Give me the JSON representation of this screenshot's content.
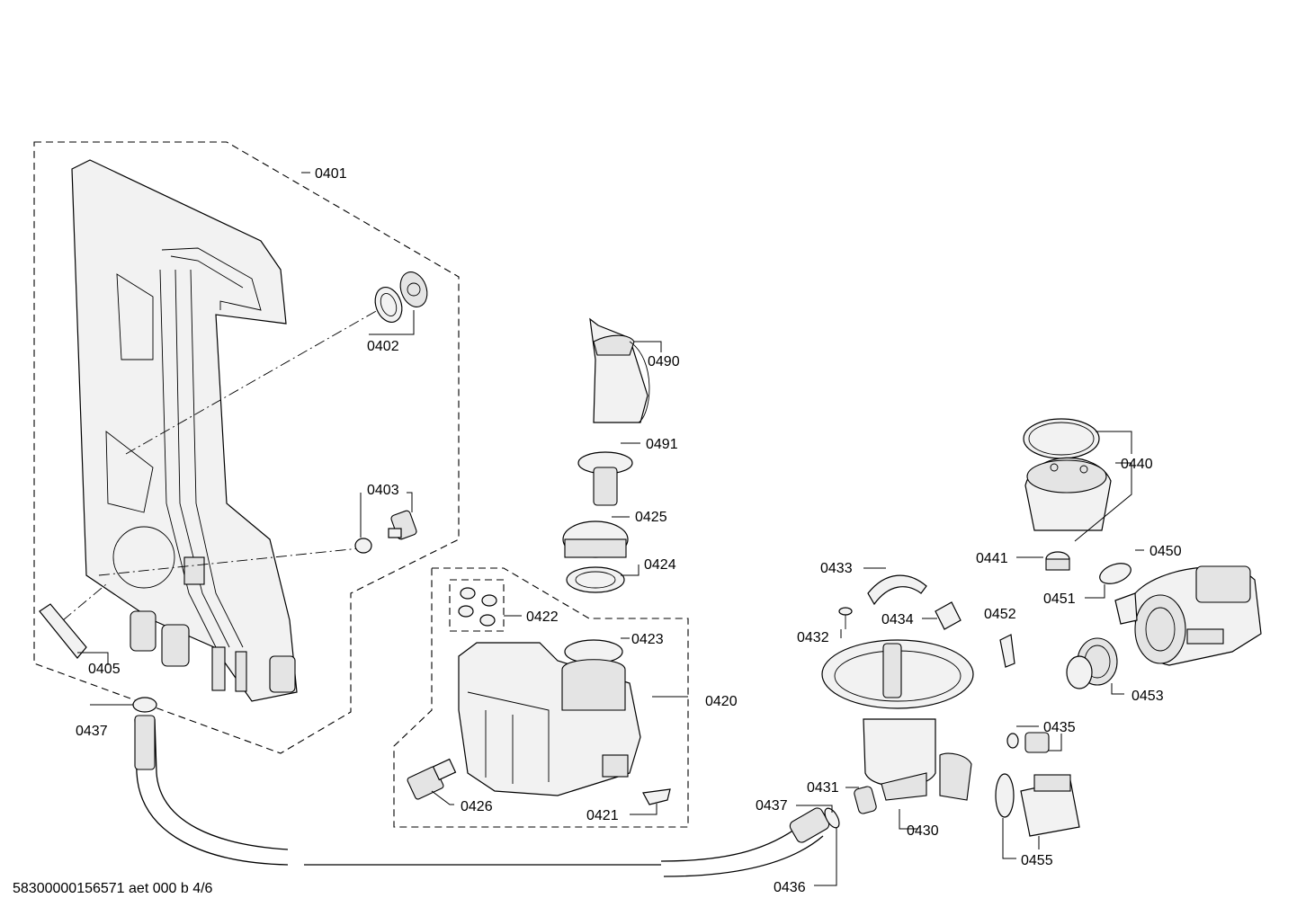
{
  "diagram": {
    "part_labels": {
      "p0401": "0401",
      "p0402": "0402",
      "p0403": "0403",
      "p0405": "0405",
      "p0437a": "0437",
      "p0490": "0490",
      "p0491": "0491",
      "p0425": "0425",
      "p0424": "0424",
      "p0422": "0422",
      "p0423": "0423",
      "p0420": "0420",
      "p0426": "0426",
      "p0421": "0421",
      "p0433": "0433",
      "p0432": "0432",
      "p0434": "0434",
      "p0452": "0452",
      "p0431": "0431",
      "p0437b": "0437",
      "p0430": "0430",
      "p0436": "0436",
      "p0440": "0440",
      "p0441": "0441",
      "p0450": "0450",
      "p0451": "0451",
      "p0453": "0453",
      "p0435": "0435",
      "p0455": "0455"
    },
    "footer": "58300000156571 aet 000 b 4/6"
  }
}
